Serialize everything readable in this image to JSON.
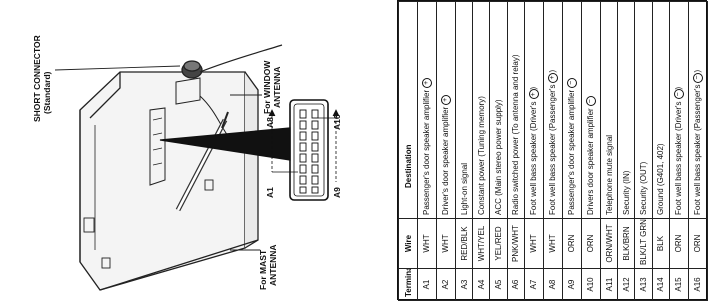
{
  "diagram": {
    "short_connector_label": [
      "SHORT CONNECTOR",
      "(Standard)"
    ],
    "window_antenna_label": [
      "For WINDOW",
      "ANTENNA"
    ],
    "mast_antenna_label": [
      "For MAST",
      "ANTENNA"
    ],
    "pin_labels": {
      "a8": "A8",
      "a16": "A16",
      "a1": "A1",
      "a9": "A9"
    }
  },
  "table": {
    "headers": {
      "terminal": "Terminal",
      "wire": "Wire",
      "destination": "Destination"
    },
    "rows": [
      {
        "terminal": "A1",
        "wire": "WHT",
        "destination": "Passenger's door speaker amplifier",
        "symbol": "+"
      },
      {
        "terminal": "A2",
        "wire": "WHT",
        "destination": "Driver's door speaker amplifier",
        "symbol": "+"
      },
      {
        "terminal": "A3",
        "wire": "RED/BLK",
        "destination": "Light-on signal",
        "symbol": ""
      },
      {
        "terminal": "A4",
        "wire": "WHT/YEL",
        "destination": "Constant power (Tuning memory)",
        "symbol": ""
      },
      {
        "terminal": "A5",
        "wire": "YEL/RED",
        "destination": "ACC (Main stereo power supply)",
        "symbol": ""
      },
      {
        "terminal": "A6",
        "wire": "PNK/WHT",
        "destination": "Radio switched power (To antenna and relay)",
        "symbol": ""
      },
      {
        "terminal": "A7",
        "wire": "WHT",
        "destination": "Foot well bass speaker (Driver's",
        "symbol": "+",
        "suffix": ")"
      },
      {
        "terminal": "A8",
        "wire": "WHT",
        "destination": "Foot well bass speaker (Passenger's",
        "symbol": "+",
        "suffix": ")"
      },
      {
        "terminal": "A9",
        "wire": "ORN",
        "destination": "Passenger's door speaker amplifier",
        "symbol": "−"
      },
      {
        "terminal": "A10",
        "wire": "ORN",
        "destination": "Drivers door speaker amplifier",
        "symbol": "−"
      },
      {
        "terminal": "A11",
        "wire": "ORN/WHT",
        "destination": "Telephone mute signal",
        "symbol": ""
      },
      {
        "terminal": "A12",
        "wire": "BLK/BRN",
        "destination": "Security (IN)",
        "symbol": ""
      },
      {
        "terminal": "A13",
        "wire": "BLK/LT GRN",
        "destination": "Security (OUT)",
        "symbol": ""
      },
      {
        "terminal": "A14",
        "wire": "BLK",
        "destination": "Ground (G401, 402)",
        "symbol": ""
      },
      {
        "terminal": "A15",
        "wire": "ORN",
        "destination": "Foot well bass speaker (Driver's",
        "symbol": "−",
        "suffix": ")"
      },
      {
        "terminal": "A16",
        "wire": "ORN",
        "destination": "Foot well bass speaker (Passenger's",
        "symbol": "−",
        "suffix": ")"
      }
    ]
  }
}
